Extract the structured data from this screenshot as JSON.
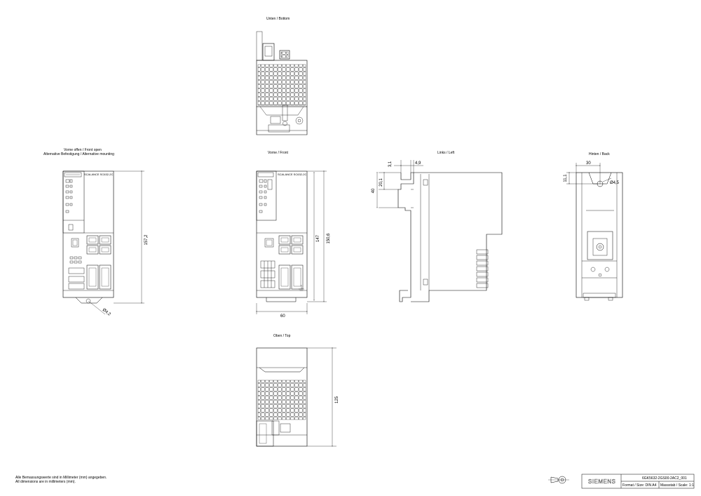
{
  "views": {
    "bottom": "Unten / Bottom",
    "front": "Vorne / Front",
    "left": "Links / Left",
    "back": "Hinten / Back",
    "top": "Oben / Top",
    "front_open_line1": "Vorne     offen     / Front     open",
    "front_open_line2": "Alternative Befestigung / Alternative mounting"
  },
  "device": {
    "model_label": "SCALANCE SC632-2C"
  },
  "dimensions": {
    "front_open_height": "157,2",
    "front_open_hole": "Ø4,2",
    "front_height_147": "147",
    "front_height_150": "150,6",
    "front_width": "60",
    "left_3_1": "3,1",
    "left_4_9": "4,9",
    "left_20_1": "20,1",
    "left_40": "40",
    "back_30": "30",
    "back_11_1": "11,1",
    "back_hole": "Ø4,5",
    "top_depth": "125"
  },
  "notes": {
    "line_de": "Alle Bemassungswerte sind in Millimeter (mm) angegeben.",
    "line_en": "All dimensions are in millimeters (mm)."
  },
  "title_block": {
    "brand": "SIEMENS",
    "drawing_no": "6GK5632-2GS00-2AC2_001",
    "format_label": "Format / Size: DIN A4",
    "scale_label": "Massstab / Scale: 1:1"
  }
}
